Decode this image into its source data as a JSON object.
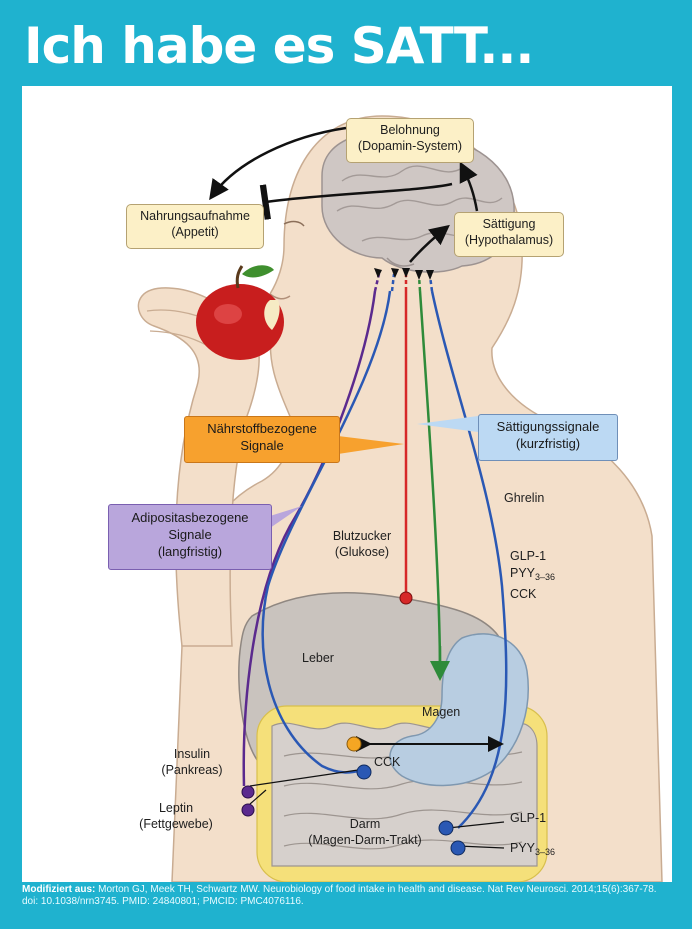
{
  "title": "Ich habe es SATT...",
  "boxes": {
    "reward": {
      "line1": "Belohnung",
      "line2": "(Dopamin-System)"
    },
    "food_intake": {
      "line1": "Nahrungsaufnahme",
      "line2": "(Appetit)"
    },
    "satiety": {
      "line1": "Sättigung",
      "line2": "(Hypothalamus)"
    }
  },
  "callouts": {
    "nutrient": {
      "line1": "Nährstoffbezogene",
      "line2": "Signale",
      "color": "#f7a12e"
    },
    "satiety_signals": {
      "line1": "Sättigungssignale",
      "line2": "(kurzfristig)",
      "color": "#bcd9f3"
    },
    "adiposity": {
      "line1": "Adipositasbezogene",
      "line2": "Signale",
      "line3": "(langfristig)",
      "color": "#b9a6dc"
    }
  },
  "labels": {
    "ghrelin": "Ghrelin",
    "blood_sugar": {
      "line1": "Blutzucker",
      "line2": "(Glukose)"
    },
    "gut_hormones": {
      "glp1": "GLP-1",
      "pyy": "PYY",
      "pyy_sub": "3–36",
      "cck": "CCK"
    },
    "liver": "Leber",
    "stomach": "Magen",
    "cck_small": "CCK",
    "insulin": {
      "line1": "Insulin",
      "line2": "(Pankreas)"
    },
    "leptin": {
      "line1": "Leptin",
      "line2": "(Fettgewebe)"
    },
    "gut": {
      "line1": "Darm",
      "line2": "(Magen-Darm-Trakt)"
    },
    "glp1_gut": "GLP-1",
    "pyy_gut": "PYY",
    "pyy_gut_sub": "3–36"
  },
  "footer": {
    "bold": "Modifiziert aus:",
    "line1": " Morton GJ, Meek TH, Schwartz MW. Neurobiology of food intake in health and disease. Nat Rev Neurosci. 2014;15(6):367-78.",
    "line2": "doi: 10.1038/nrn3745. PMID: 24840801; PMCID: PMC4076116."
  },
  "colors": {
    "frame": "#1fb2cf",
    "adiposity_line": "#5b2a8e",
    "satiety_line": "#2a58b4",
    "nutrient_line": "#d62828",
    "ghrelin_line": "#2e8b3a",
    "skin": "#f3dfca"
  }
}
